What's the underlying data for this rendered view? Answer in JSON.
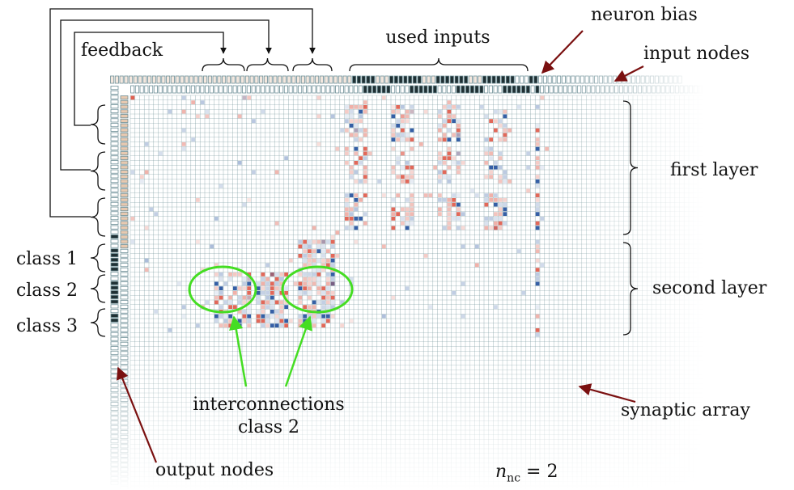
{
  "labels": {
    "feedback": "feedback",
    "used_inputs": "used inputs",
    "neuron_bias": "neuron bias",
    "input_nodes": "input nodes",
    "first_layer": "first layer",
    "second_layer": "second layer",
    "class_1": "class 1",
    "class_2": "class 2",
    "class_3": "class 3",
    "interconnections": "interconnections",
    "interconnections_sub": "class 2",
    "synaptic_array": "synaptic array",
    "output_nodes": "output nodes",
    "nnc_symbol": "n",
    "nnc_subscript": "nc",
    "nnc_value": "= 2"
  },
  "colors": {
    "grid_line": "#6e8f97",
    "arrow_dark_red": "#7a1010",
    "highlight_green": "#44dd22",
    "excitatory": "#e06050",
    "inhibitory": "#2a56a0",
    "node_dark": "#1f2f33"
  }
}
